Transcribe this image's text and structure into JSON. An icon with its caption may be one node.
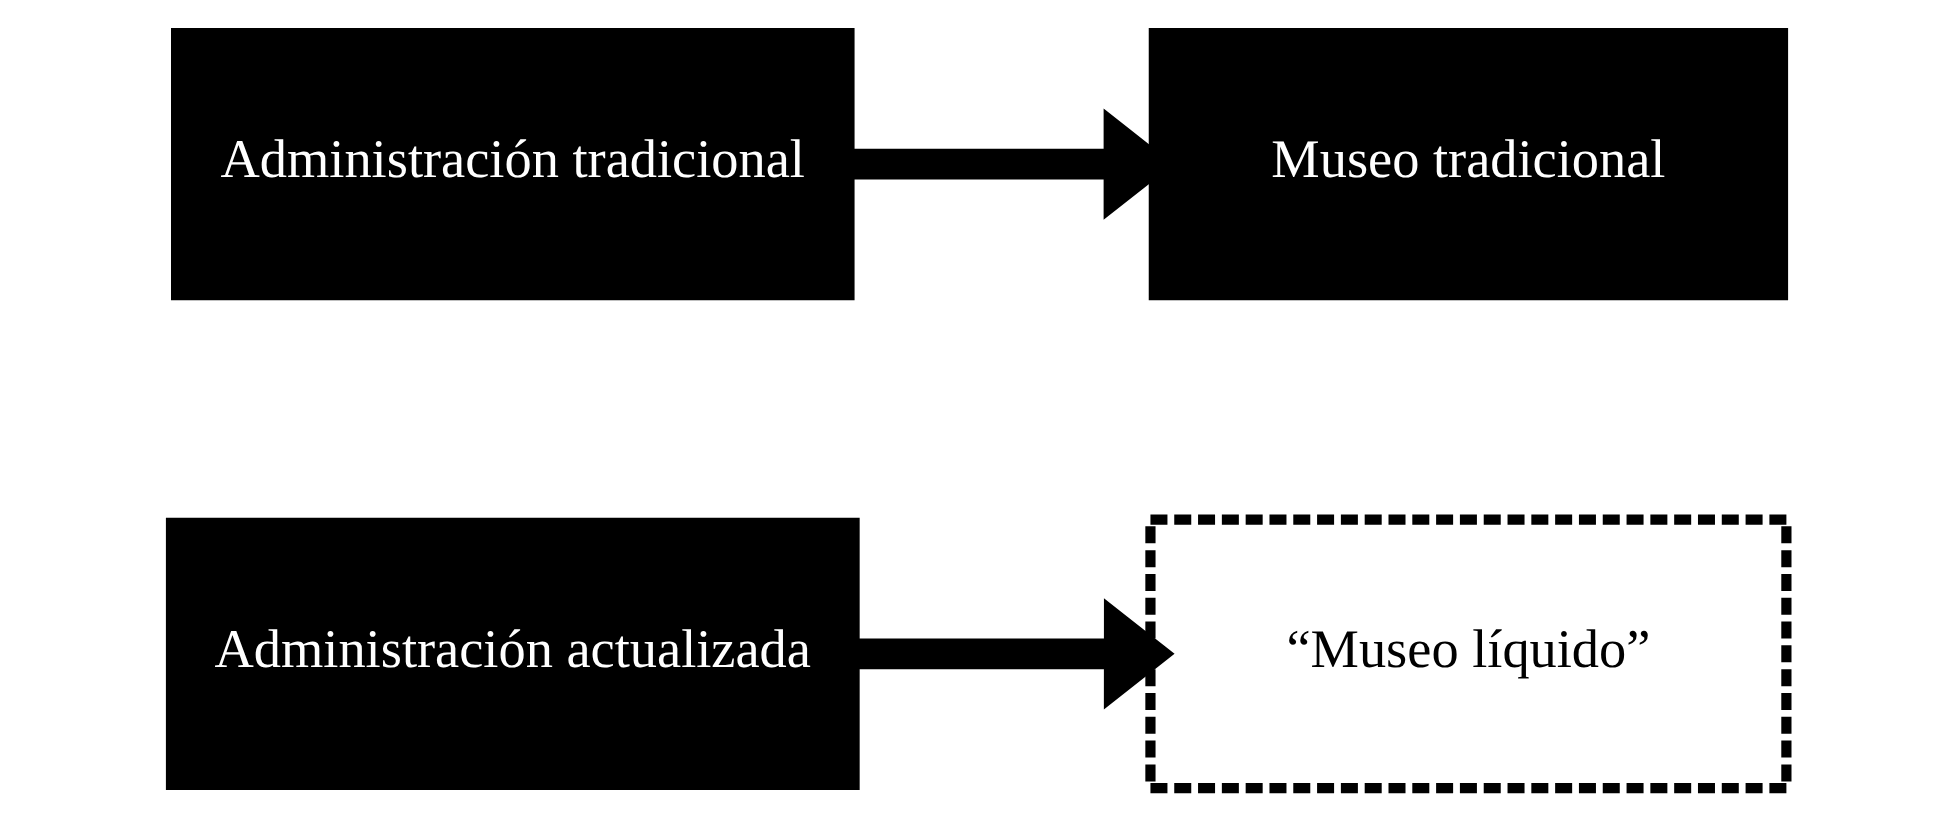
{
  "diagram": {
    "nodes": [
      {
        "text": [
          "Administración tradicional"
        ]
      },
      {
        "text": [
          "Museo tradicional"
        ]
      },
      {
        "text": [
          "Administración actualizada"
        ]
      },
      {
        "text": [
          "“Museo líquido”"
        ]
      }
    ],
    "edges": [
      {
        "from": 0,
        "to": 1,
        "arrow": "to"
      },
      {
        "from": 2,
        "to": 3,
        "arrow": "to"
      }
    ]
  }
}
